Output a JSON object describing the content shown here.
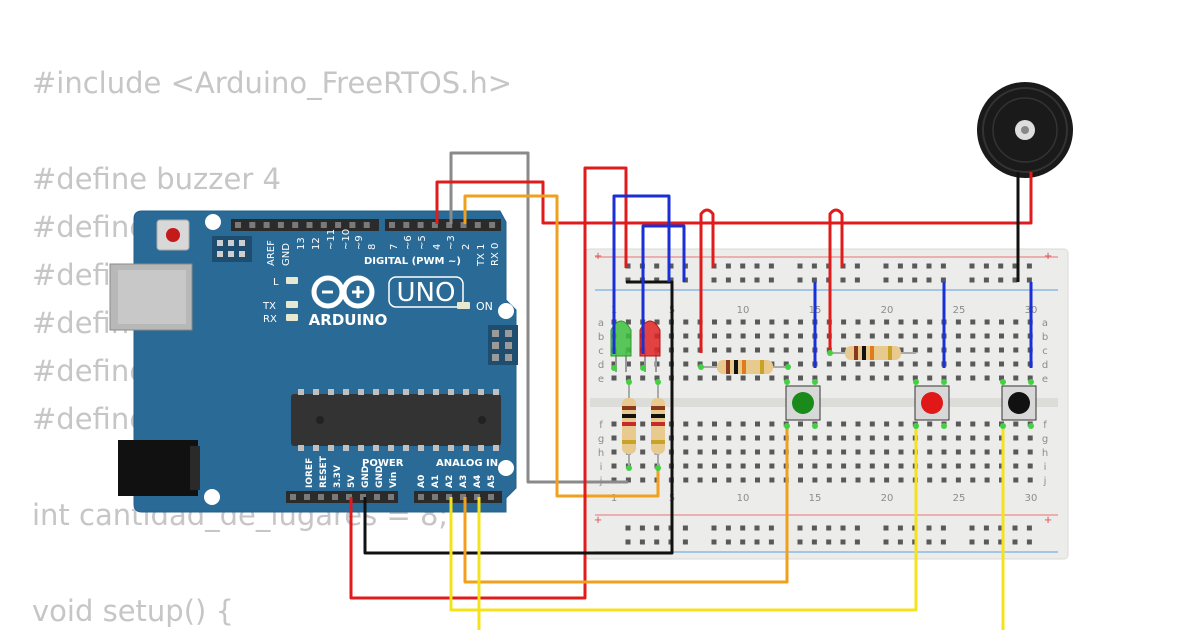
{
  "code_lines": [
    "#include <Arduino_FreeRTOS.h>",
    "#define buzzer 4",
    "#define",
    "#defi",
    "#defin",
    "#define",
    "#define",
    "int cantidad_de_lugares = 8;",
    "void setup() {"
  ],
  "arduino": {
    "model": "UNO",
    "brand": "ARDUINO",
    "digital_header": "DIGITAL (PWM ~)",
    "power_header": "POWER",
    "analog_header": "ANALOG IN",
    "on_label": "ON",
    "l_label": "L",
    "tx_label": "TX",
    "rx_label": "RX",
    "top_pins": [
      "AREF",
      "GND",
      "13",
      "12",
      "~11",
      "~10",
      "~9",
      "8",
      "7",
      "~6",
      "~5",
      "4",
      "~3",
      "2",
      "TX 1",
      "RX 0"
    ],
    "power_pins": [
      "IOREF",
      "RESET",
      "3.3V",
      "5V",
      "GND",
      "GND",
      "Vin"
    ],
    "analog_pins": [
      "A0",
      "A1",
      "A2",
      "A3",
      "A4",
      "A5"
    ],
    "board_color": "#2a6a96"
  },
  "breadboard": {
    "column_numbers": [
      "1",
      "5",
      "10",
      "15",
      "20",
      "25",
      "30"
    ],
    "row_letters_top": [
      "a",
      "b",
      "c",
      "d",
      "e"
    ],
    "row_letters_bottom": [
      "f",
      "g",
      "h",
      "i",
      "j"
    ],
    "plus": "+",
    "minus": "-"
  },
  "components": {
    "led_colors": [
      "#3fbf3f",
      "#e02525"
    ],
    "button_colors": [
      "#1a8a1a",
      "#e01818",
      "#111111"
    ]
  },
  "wire_colors": {
    "red": "#e01b1b",
    "blue": "#1a2fd6",
    "gray": "#8a8a8a",
    "yellow": "#f4e21a",
    "orange": "#f0a01e",
    "black": "#111111"
  }
}
